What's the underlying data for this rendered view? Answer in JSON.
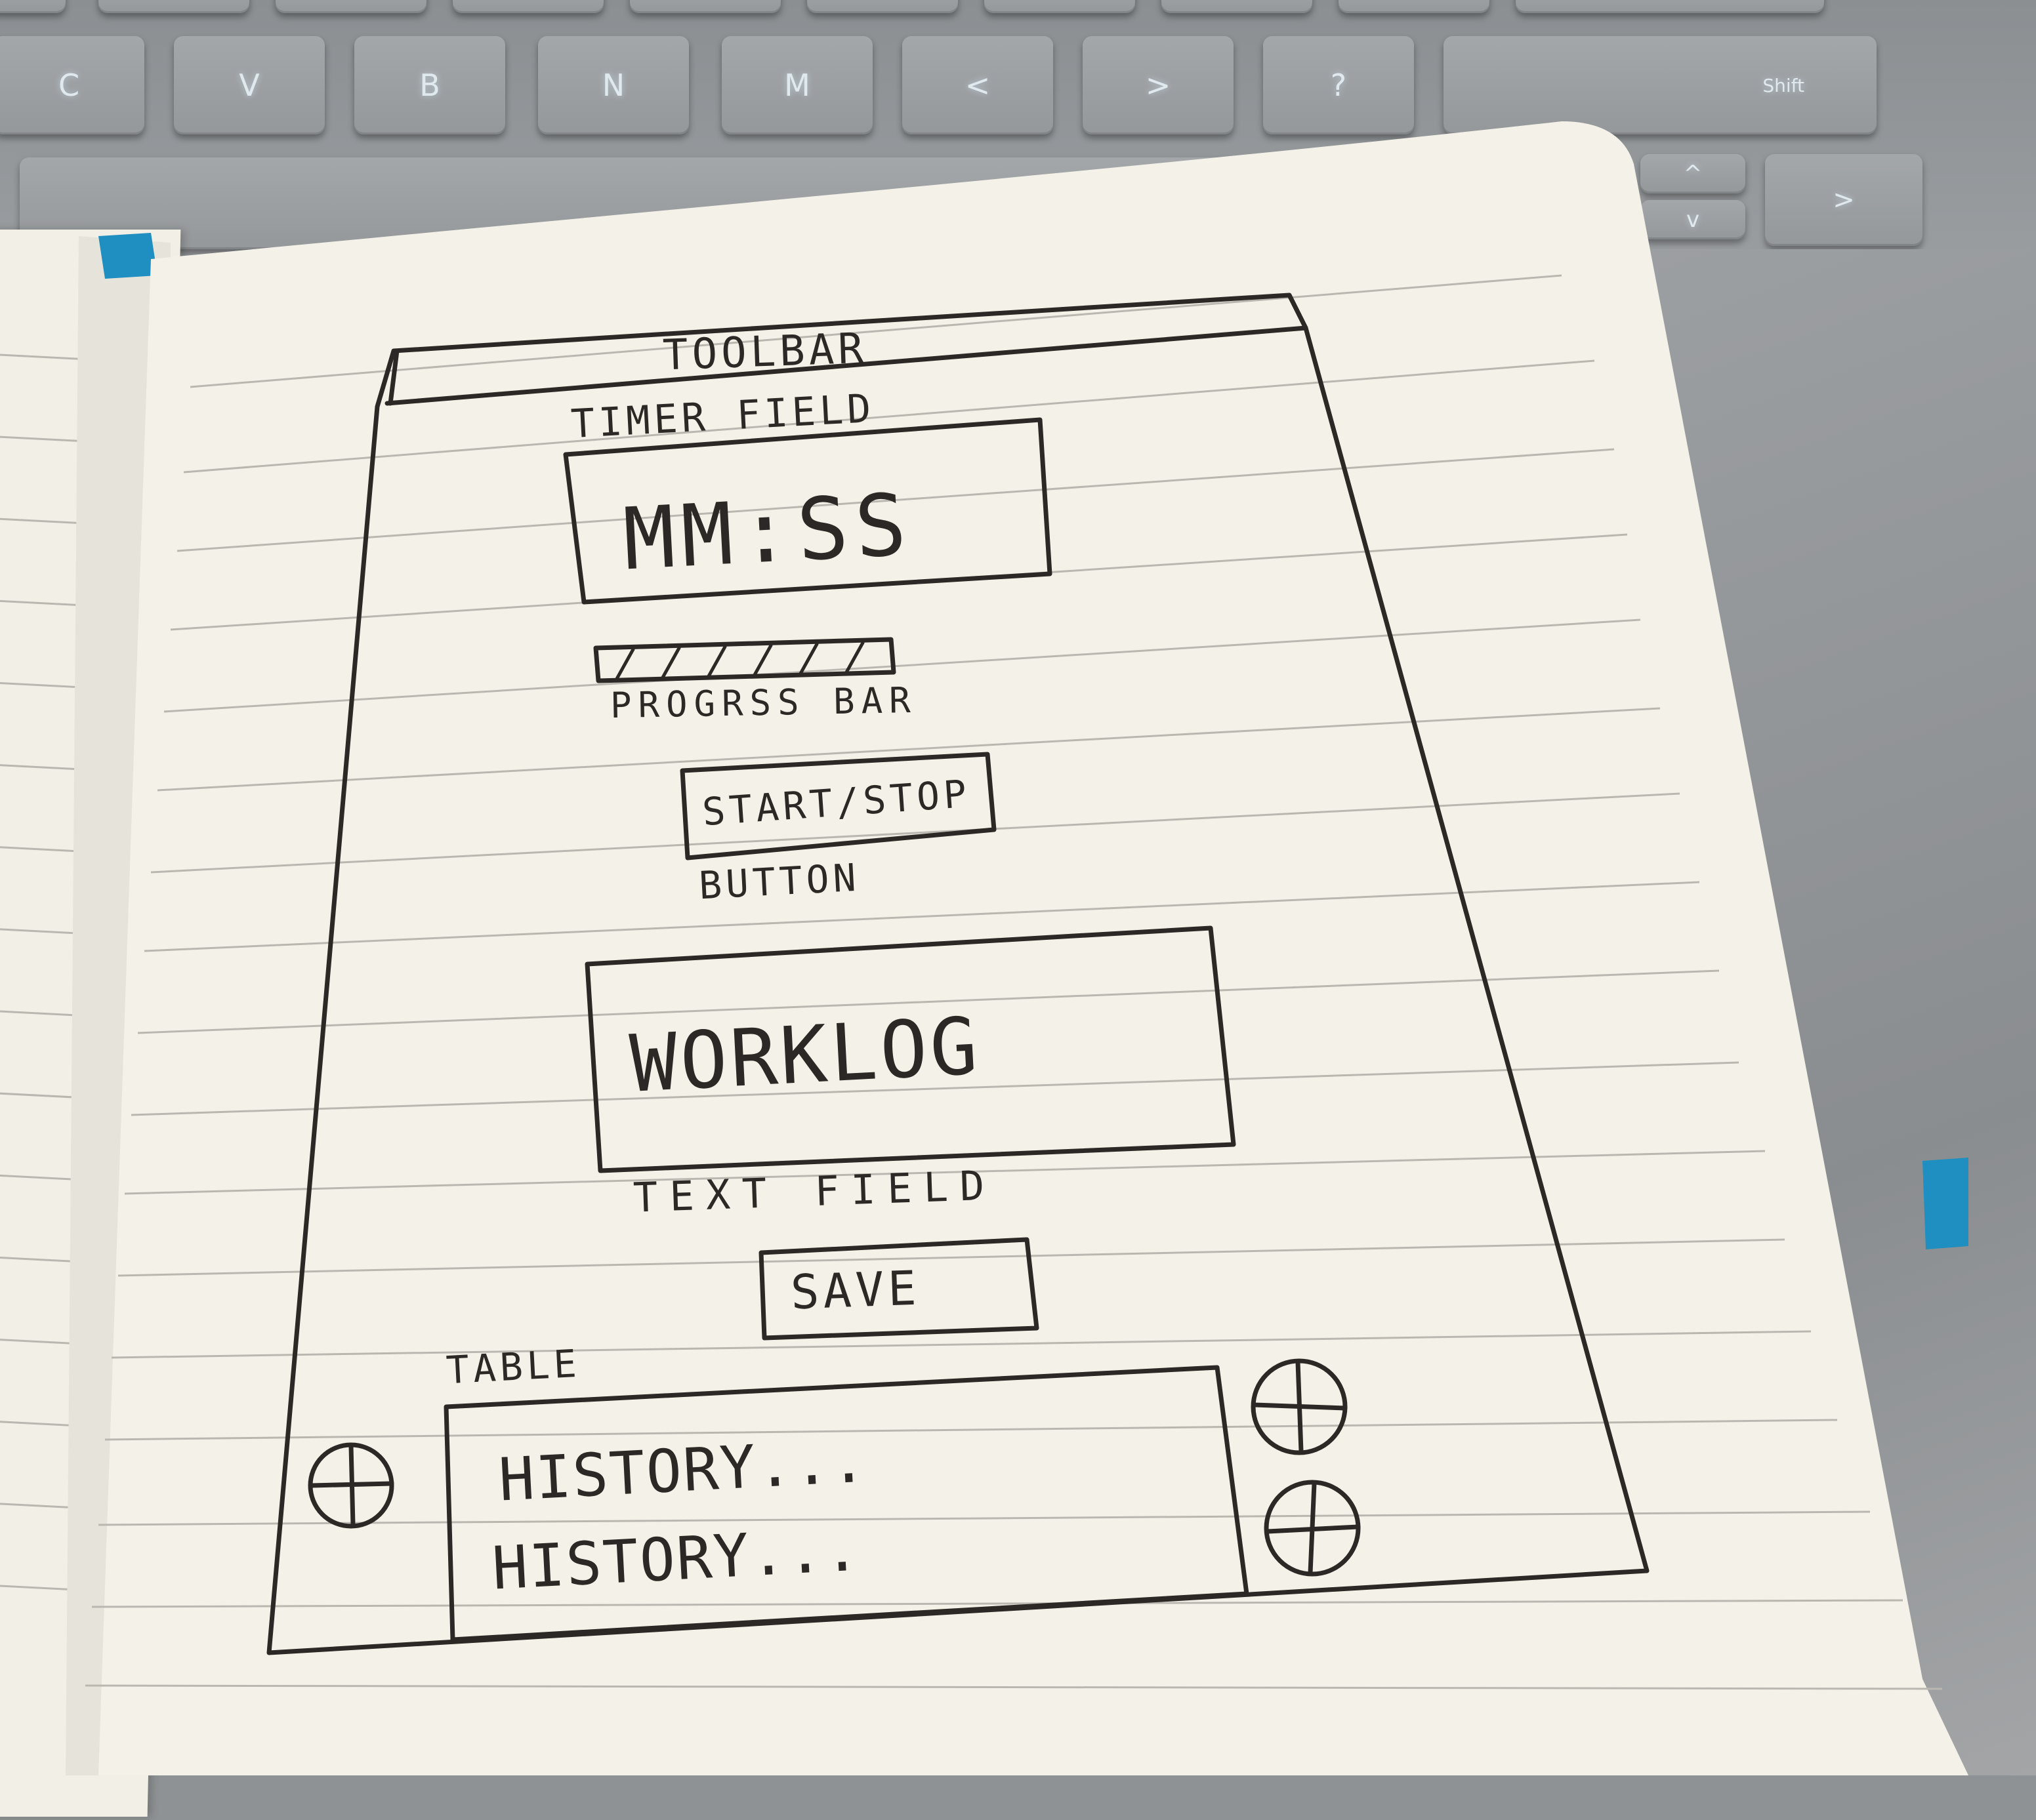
{
  "sketch": {
    "toolbar_label": "TOOLBAR",
    "timer_field_label": "TIMER FIELD",
    "timer_value": "MM:SS",
    "progress_bar_label": "PROGRSS BAR",
    "start_stop_button_label": "START/STOP",
    "button_caption": "BUTTON",
    "worklog_value": "WORKLOG",
    "text_field_label": "TEXT FIELD",
    "save_button_label": "SAVE",
    "table_label": "TABLE",
    "table_rows": [
      "HISTORY...",
      "HISTORY..."
    ],
    "add_icon": "plus-circle-icon"
  },
  "keyboard": {
    "keys_row1": [
      "C",
      "V",
      "B",
      "N",
      "M",
      "<",
      ">",
      "?",
      "Shift"
    ],
    "arrow_keys": [
      "^",
      "v",
      ">"
    ]
  },
  "colors": {
    "paper": "#f4f2e8",
    "ink": "#2c2826",
    "rule_line": "#b9b7b0",
    "keyboard": "#9a9da0",
    "bookmark": "#1e8fc0"
  }
}
